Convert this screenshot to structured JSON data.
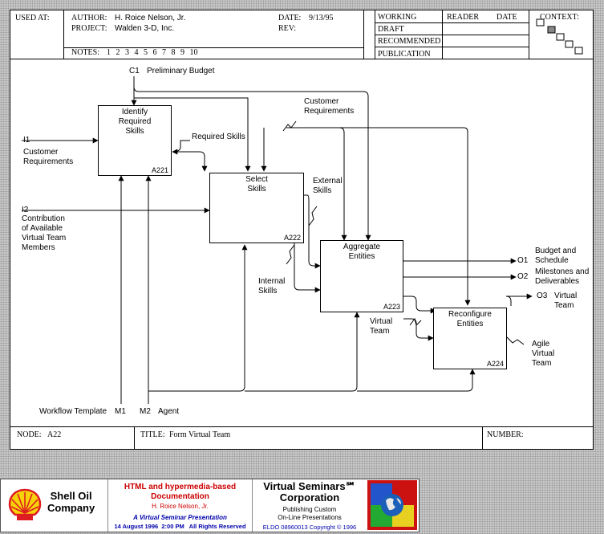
{
  "header": {
    "used_at": "USED AT:",
    "author_label": "AUTHOR:",
    "author": "H. Roice Nelson, Jr.",
    "project_label": "PROJECT:",
    "project": "Walden 3-D, Inc.",
    "notes_label": "NOTES:",
    "notes": "1 2 3 4 5 6 7 8 9 10",
    "date_label": "DATE:",
    "date": "9/13/95",
    "rev_label": "REV:",
    "status": [
      "WORKING",
      "DRAFT",
      "RECOMMENDED",
      "PUBLICATION"
    ],
    "reader_label": "READER",
    "reader_date_label": "DATE",
    "context_label": "CONTEXT:"
  },
  "diagram": {
    "boxes": [
      {
        "name": "Identify Required Skills",
        "lines": [
          "Identify",
          "Required",
          "Skills"
        ],
        "id": "A221"
      },
      {
        "name": "Select Skills",
        "lines": [
          "Select",
          "Skills"
        ],
        "id": "A222"
      },
      {
        "name": "Aggregate Entities",
        "lines": [
          "Aggregate",
          "Entities"
        ],
        "id": "A223"
      },
      {
        "name": "Reconfigure Entities",
        "lines": [
          "Reconfigure",
          "Entities"
        ],
        "id": "A224"
      }
    ],
    "controls": {
      "c1_code": "C1",
      "c1_label": "Preliminary Budget",
      "customer_req_label": "Customer\nRequirements"
    },
    "inputs": {
      "i1_code": "I1",
      "i1_label": "Customer\nRequirements",
      "i2_code": "I2",
      "i2_label": "Contribution\nof Available\nVirtual Team\nMembers"
    },
    "outputs": {
      "o1_code": "O1",
      "o1_label": "Budget and\nSchedule",
      "o2_code": "O2",
      "o2_label": "Milestones and\nDeliverables",
      "o3_code": "O3",
      "o3_label": "Virtual\nTeam"
    },
    "mechanisms": {
      "m1_label": "Workflow Template",
      "m1_code": "M1",
      "m2_code": "M2",
      "m2_label": "Agent"
    },
    "internal": {
      "required_skills": "Required Skills",
      "external_skills": "External\nSkills",
      "internal_skills": "Internal\nSkills",
      "virtual_team": "Virtual\nTeam",
      "agile_team": "Agile\nVirtual\nTeam"
    }
  },
  "bottom": {
    "node_label": "NODE:",
    "node": "A22",
    "title_label": "TITLE:",
    "title": "Form Virtual Team",
    "number_label": "NUMBER:"
  },
  "footer": {
    "company": "Shell Oil\nCompany",
    "doc_title": "HTML and hypermedia-based\nDocumentation",
    "author": "H. Roice Nelson, Jr.",
    "presentation": "A Virtual Seminar Presentation",
    "date_line": "14 August 1996  2:00 PM   All Rights Reserved",
    "vs_title": "Virtual Seminars℠\nCorporation",
    "vs_sub": "Publishing Custom\nOn-Line Presentations",
    "copyright": "ELDO 08960013 Copyright © 1996",
    "colors": {
      "shell_yellow": "#f7d20a",
      "shell_red": "#dd1d21",
      "doc_red": "#cc0000",
      "doc_blue": "#0000aa",
      "globe_blue": "#1b5fb8"
    }
  }
}
